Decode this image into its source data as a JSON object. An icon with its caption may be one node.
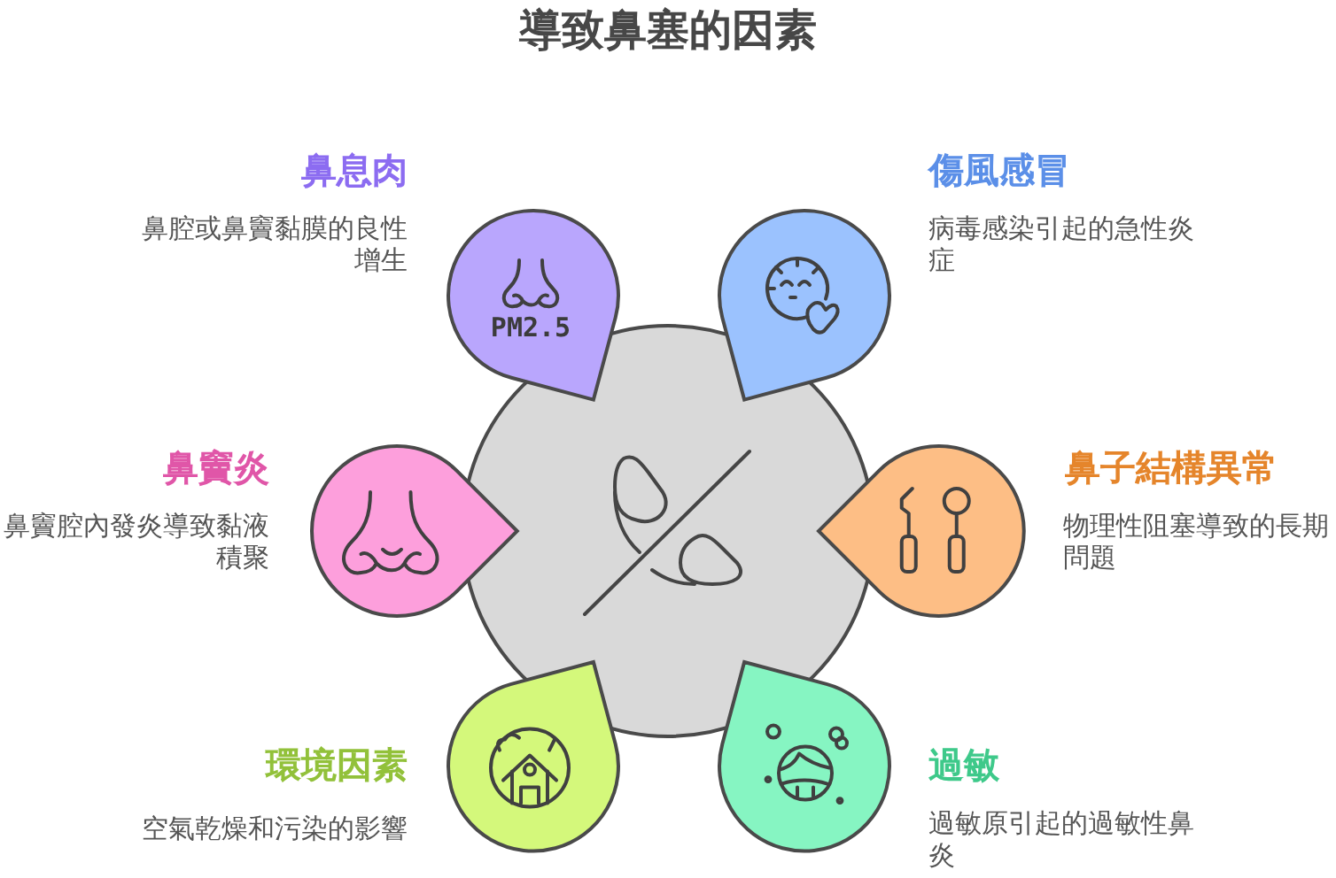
{
  "diagram": {
    "title": "導致鼻塞的因素",
    "nodes": [
      {
        "text": [],
        "shape": "circle"
      },
      {
        "text": [
          "PM2.5"
        ],
        "beside": [
          "鼻息肉",
          "鼻腔或鼻竇黏膜的良性增生"
        ]
      },
      {
        "text": [],
        "shape": "pin",
        "beside": [
          "傷風感冒",
          "病毒感染引起的急性炎症"
        ]
      },
      {
        "text": [],
        "shape": "pin",
        "beside": [
          "鼻竇炎",
          "鼻竇腔內發炎導致黏液積聚"
        ]
      },
      {
        "text": [],
        "shape": "pin",
        "beside": [
          "鼻子結構異常",
          "物理性阻塞導致的長期問題"
        ]
      },
      {
        "text": [],
        "shape": "pin",
        "beside": [
          "環境因素",
          "空氣乾燥和污染的影響"
        ]
      },
      {
        "text": [],
        "shape": "pin",
        "beside": [
          "過敏",
          "過敏原引起的過敏性鼻炎"
        ]
      }
    ]
  }
}
